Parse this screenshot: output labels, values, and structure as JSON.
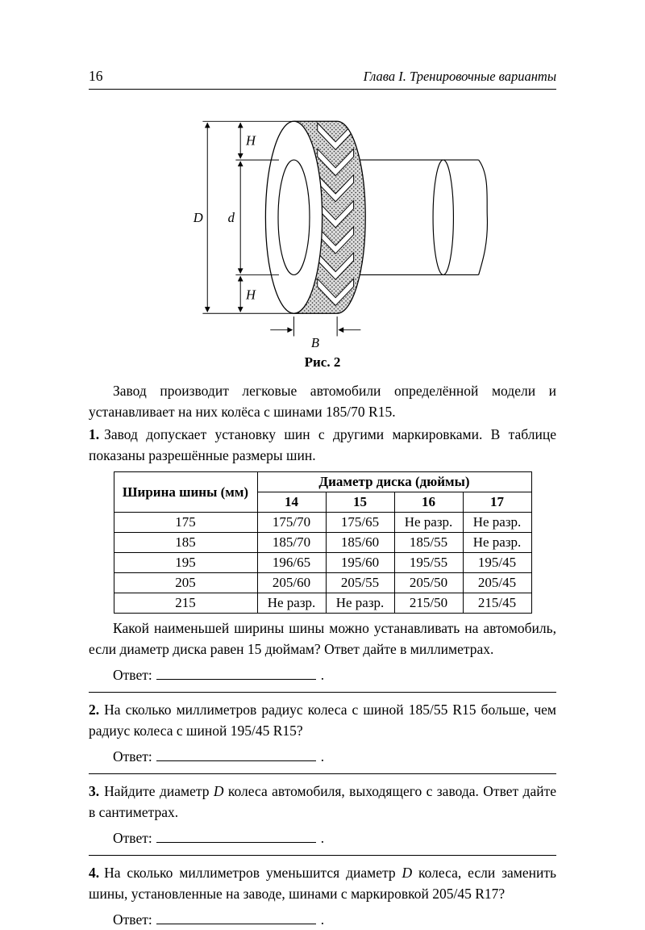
{
  "header": {
    "page_number": "16",
    "chapter_title": "Глава I. Тренировочные варианты"
  },
  "figure": {
    "caption": "Рис. 2",
    "labels": {
      "outer_diameter": "D",
      "rim_diameter": "d",
      "profile_height_top": "H",
      "profile_height_bottom": "H",
      "tire_width": "B"
    }
  },
  "intro": {
    "text": "Завод производит легковые автомобили определённой модели и устанавливает на них колёса с шинами 185/70 R15."
  },
  "answer": {
    "label": "Ответ:",
    "period": "."
  },
  "problems": {
    "p1": {
      "number": "1.",
      "statement": "Завод допускает установку шин с другими маркировками. В таблице показаны разрешённые размеры шин.",
      "question": "Какой наименьшей ширины шины можно устанавливать на автомобиль, если диаметр диска равен 15 дюймам? Ответ дайте в миллиметрах."
    },
    "p2": {
      "number": "2.",
      "statement": "На сколько миллиметров радиус колеса с шиной 185/55 R15 больше, чем радиус колеса с шиной 195/45 R15?"
    },
    "p3": {
      "number": "3.",
      "statement_before": "Найдите диаметр ",
      "variable": "D",
      "statement_after": " колеса автомобиля, выходящего с завода. Ответ дайте в сантиметрах."
    },
    "p4": {
      "number": "4.",
      "statement_before": "На сколько миллиметров уменьшится диаметр ",
      "variable": "D",
      "statement_after": " колеса, если заменить шины, установленные на заводе, шинами с маркировкой 205/45 R17?"
    }
  },
  "table": {
    "col1_header": "Ширина шины (мм)",
    "group_header": "Диаметр диска (дюймы)",
    "columns": [
      "14",
      "15",
      "16",
      "17"
    ],
    "rows": [
      {
        "width": "175",
        "cells": [
          "175/70",
          "175/65",
          "Не разр.",
          "Не разр."
        ]
      },
      {
        "width": "185",
        "cells": [
          "185/70",
          "185/60",
          "185/55",
          "Не разр."
        ]
      },
      {
        "width": "195",
        "cells": [
          "196/65",
          "195/60",
          "195/55",
          "195/45"
        ]
      },
      {
        "width": "205",
        "cells": [
          "205/60",
          "205/55",
          "205/50",
          "205/45"
        ]
      },
      {
        "width": "215",
        "cells": [
          "Не разр.",
          "Не разр.",
          "215/50",
          "215/45"
        ]
      }
    ]
  }
}
